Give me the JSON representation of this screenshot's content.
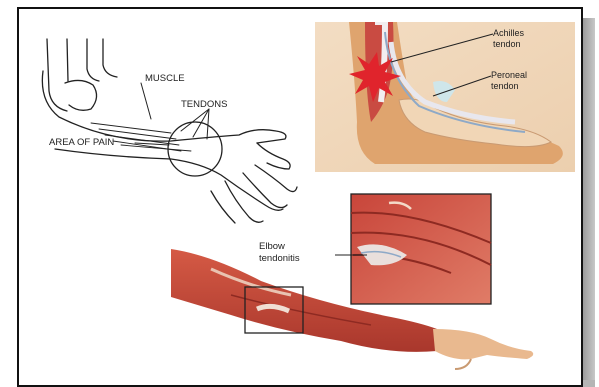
{
  "wrist_diagram": {
    "label_muscle": "MUSCLE",
    "label_tendons": "TENDONS",
    "label_area_of_pain": "AREA OF PAIN"
  },
  "foot_illustration": {
    "label_achilles": "Achilles",
    "label_achilles_2": "tendon",
    "label_peroneal": "Peroneal",
    "label_peroneal_2": "tendon"
  },
  "elbow_illustration": {
    "label_elbow": "Elbow",
    "label_tendonitis": "tendonitis"
  },
  "colors": {
    "frame": "#111111",
    "muscle_red": "#c44a3c",
    "skin": "#e9b98f",
    "tendon": "#dcdfe6"
  }
}
